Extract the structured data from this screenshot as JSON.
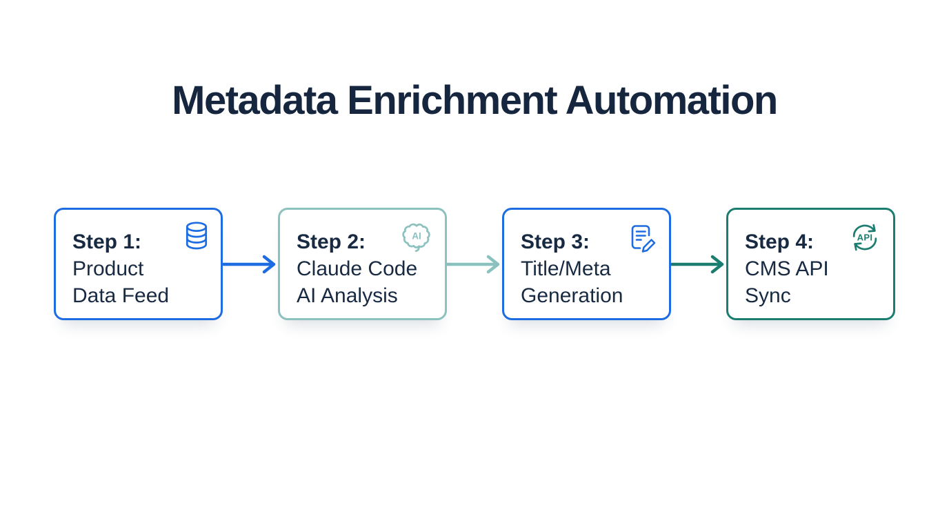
{
  "page": {
    "title": "Metadata Enrichment Automation"
  },
  "colors": {
    "title": "#16263e",
    "text": "#182a42",
    "blue": "#1d6ce1",
    "teal_light": "#8bc1be",
    "teal_dark": "#1b7d6f"
  },
  "steps": [
    {
      "label": "Step 1:",
      "line1": "Product",
      "line2": "Data Feed",
      "icon": "database-icon",
      "accent": "#1d6ce1"
    },
    {
      "label": "Step 2:",
      "line1": "Claude Code",
      "line2": "AI Analysis",
      "icon": "ai-brain-icon",
      "icon_text": "AI",
      "accent": "#8bc1be"
    },
    {
      "label": "Step 3:",
      "line1": "Title/Meta",
      "line2": "Generation",
      "icon": "document-edit-icon",
      "accent": "#1d6ce1"
    },
    {
      "label": "Step 4:",
      "line1": "CMS API",
      "line2": "Sync",
      "icon": "api-sync-icon",
      "icon_text": "API",
      "accent": "#1b7d6f"
    }
  ],
  "connectors": [
    {
      "from": "step-1",
      "to": "step-2",
      "color": "#1d6ce1"
    },
    {
      "from": "step-2",
      "to": "step-3",
      "color": "#8bc1be"
    },
    {
      "from": "step-3",
      "to": "step-4",
      "color": "#1b7d6f"
    }
  ]
}
